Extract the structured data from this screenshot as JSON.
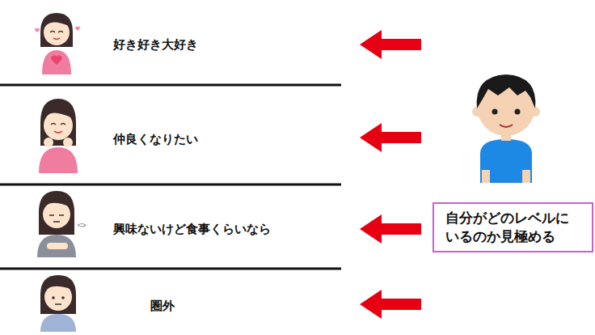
{
  "diagram": {
    "nodes": [
      {
        "text": [
          "自分がどのレベルに いるのか見極める"
        ]
      }
    ],
    "labels": [
      "好き好き大好き",
      "仲良くなりたい",
      "興味ないけど食事くらいなら",
      "圏外"
    ]
  }
}
